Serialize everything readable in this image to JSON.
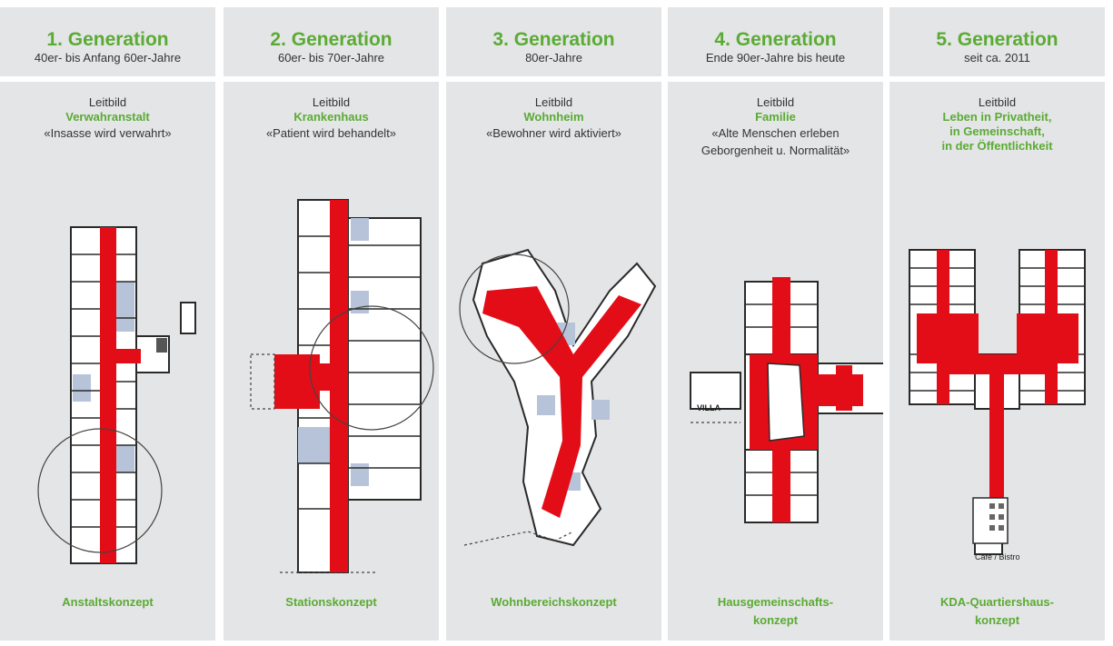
{
  "columns": [
    {
      "generation": "1. Generation",
      "period": "40er- bis Anfang 60er-Jahre",
      "leitbild_label": "Leitbild",
      "leitbild_name_lines": [
        "Verwahranstalt"
      ],
      "leitbild_quote_lines": [
        "«Insasse wird verwahrt»"
      ],
      "concept_lines": [
        "Anstaltskonzept"
      ]
    },
    {
      "generation": "2. Generation",
      "period": "60er- bis 70er-Jahre",
      "leitbild_label": "Leitbild",
      "leitbild_name_lines": [
        "Krankenhaus"
      ],
      "leitbild_quote_lines": [
        "«Patient wird behandelt»"
      ],
      "concept_lines": [
        "Stationskonzept"
      ]
    },
    {
      "generation": "3. Generation",
      "period": "80er-Jahre",
      "leitbild_label": "Leitbild",
      "leitbild_name_lines": [
        "Wohnheim"
      ],
      "leitbild_quote_lines": [
        "«Bewohner wird aktiviert»"
      ],
      "concept_lines": [
        "Wohnbereichskonzept"
      ]
    },
    {
      "generation": "4. Generation",
      "period": "Ende 90er-Jahre bis heute",
      "leitbild_label": "Leitbild",
      "leitbild_name_lines": [
        "Familie"
      ],
      "leitbild_quote_lines": [
        "«Alte Menschen erleben",
        "Geborgenheit u. Normalität»"
      ],
      "concept_lines": [
        "Hausgemeinschafts-",
        "konzept"
      ]
    },
    {
      "generation": "5. Generation",
      "period": "seit ca. 2011",
      "leitbild_label": "Leitbild",
      "leitbild_name_lines": [
        "Leben in Privatheit,",
        "in Gemeinschaft,",
        "in der Öffentlichkeit"
      ],
      "leitbild_quote_lines": [],
      "concept_lines": [
        "KDA-Quartiershaus-",
        "konzept"
      ]
    }
  ],
  "plan_labels": {
    "villa": "VILLA",
    "cafe": "Cafe / Bistro"
  },
  "colors": {
    "panel": "#e4e5e6",
    "green": "#5aab34",
    "corridor": "#e30d17",
    "room_blue": "#b6c3d8",
    "line": "#2a2a2a"
  }
}
